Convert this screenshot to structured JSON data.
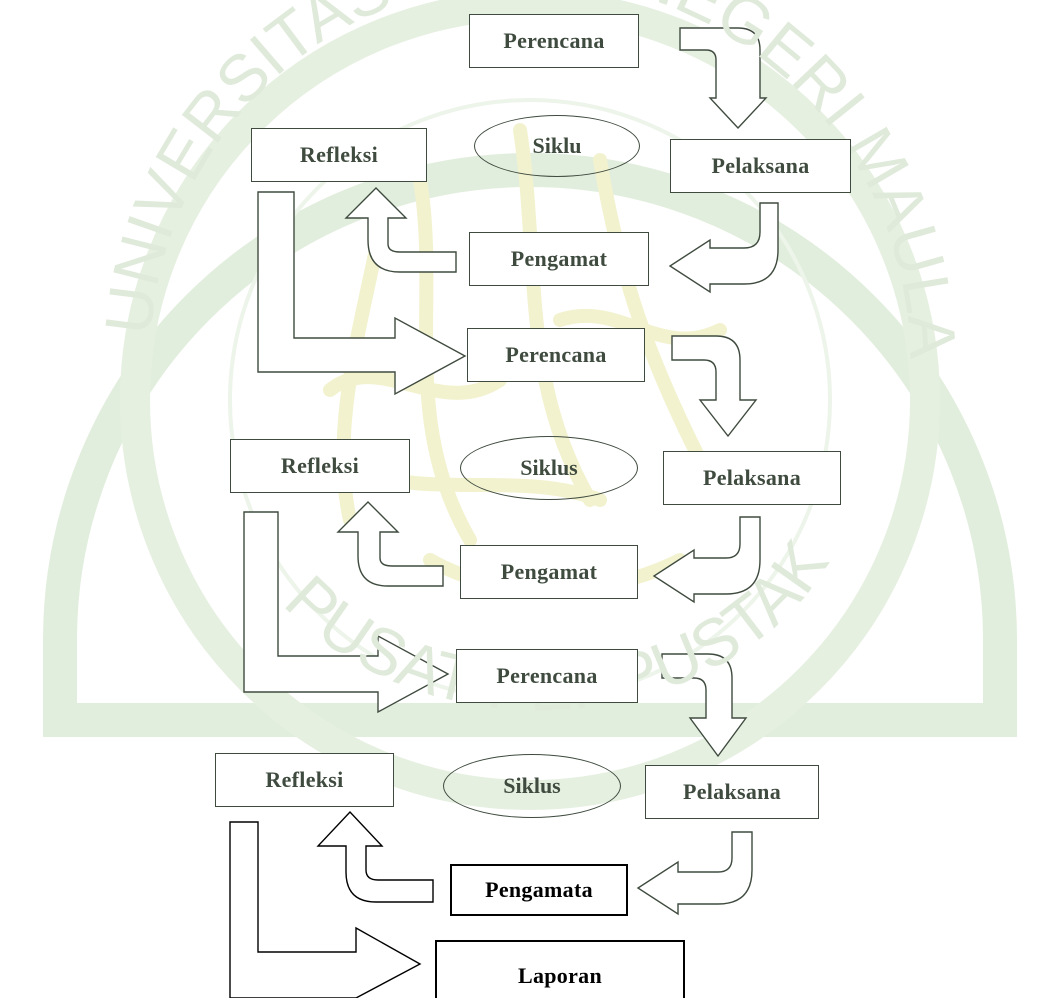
{
  "watermark": {
    "top_text": "UNIVERSITAS ISLAM NEGERI MAULANA MALIK IBRAHIM",
    "bottom_text": "PUSAT PERPUSTAKAAN"
  },
  "cycles": [
    {
      "plan": "Perencana",
      "act": "Pelaksana",
      "observe": "Pengamat",
      "reflect": "Refleksi",
      "label": "Siklu"
    },
    {
      "plan": "Perencana",
      "act": "Pelaksana",
      "observe": "Pengamat",
      "reflect": "Refleksi",
      "label": "Siklus"
    },
    {
      "plan": "Perencana",
      "act": "Pelaksana",
      "observe": "Pengamata",
      "reflect": "Refleksi",
      "label": "Siklus"
    }
  ],
  "final": "Laporan",
  "colors": {
    "box_border": "#3f4b3f",
    "text": "#3f4b3f",
    "final_border": "#000000",
    "watermark_green": "#dfeada",
    "watermark_yellow": "#f2f2cf"
  }
}
